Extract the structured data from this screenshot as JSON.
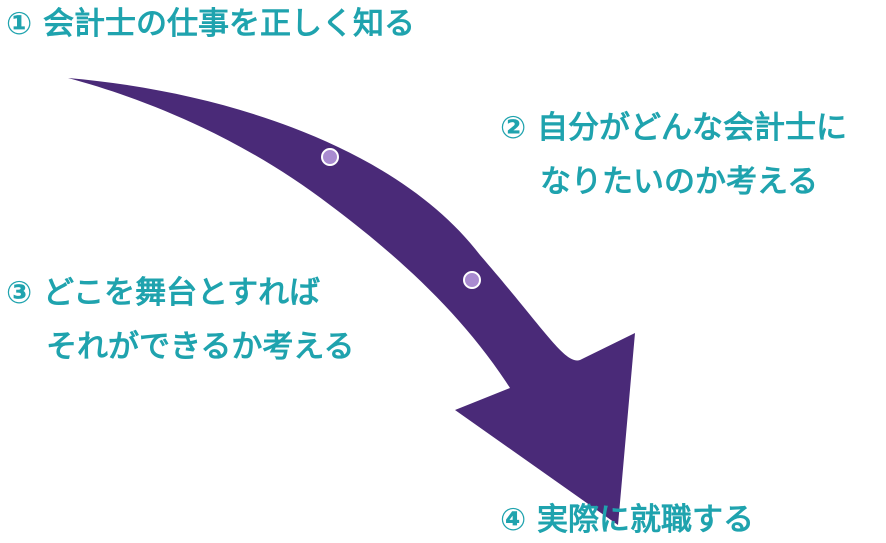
{
  "colors": {
    "text": "#1FA3AE",
    "arrow": "#4A2A78",
    "dot_fill": "#A98BD0",
    "dot_stroke": "#ffffff"
  },
  "steps": [
    {
      "lines": [
        "① 会計士の仕事を正しく知る"
      ]
    },
    {
      "lines": [
        "② 自分がどんな会計士に",
        "なりたいのか考える"
      ]
    },
    {
      "lines": [
        "③ どこを舞台とすれば",
        "それができるか考える"
      ]
    },
    {
      "lines": [
        "④ 実際に就職する"
      ]
    }
  ]
}
